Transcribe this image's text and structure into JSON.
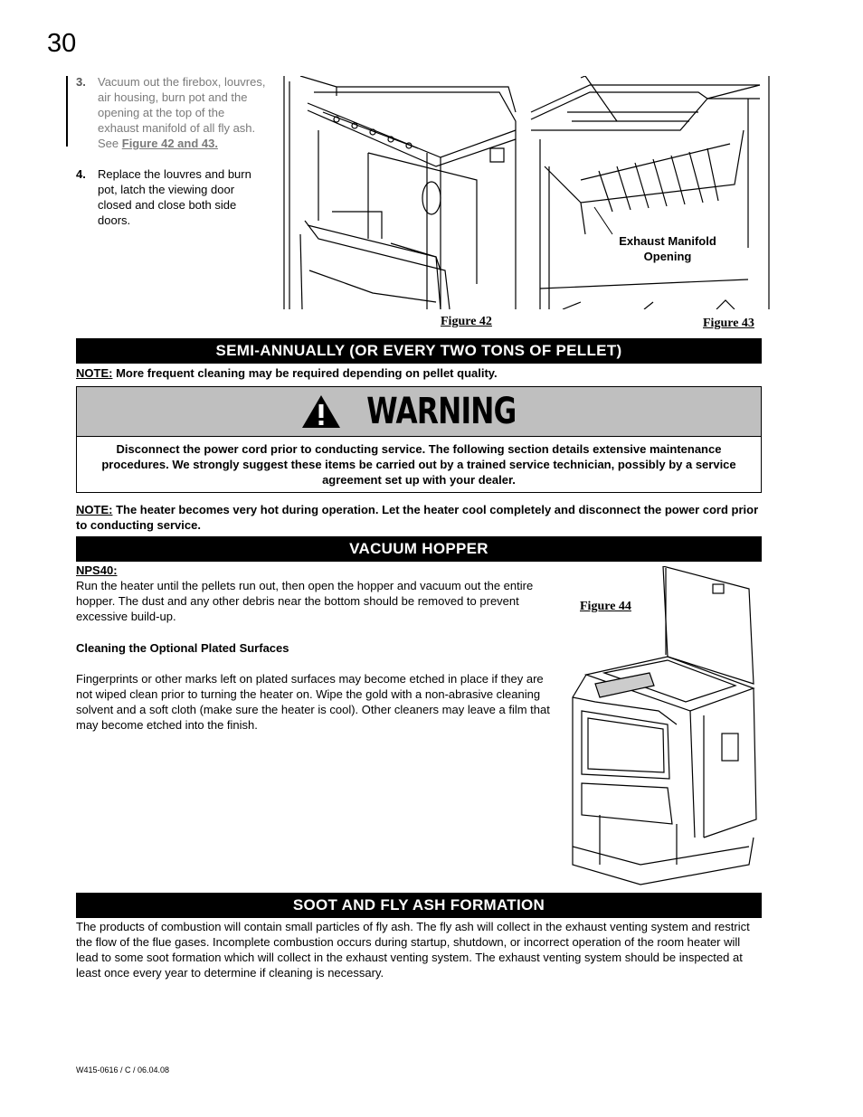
{
  "page_number": "30",
  "steps": [
    {
      "num": "3.",
      "text": "Vacuum out the firebox, louvres, air housing, burn pot and the opening at the top of the exhaust manifold of all fly ash. See ",
      "link": "Figure 42 and 43."
    },
    {
      "num": "4.",
      "text": "Replace the louvres and burn pot, latch the viewing door closed and close both side doors."
    }
  ],
  "figures": {
    "fig42": "Figure 42",
    "fig43": "Figure 43",
    "fig43_label_line1": "Exhaust Manifold",
    "fig43_label_line2": "Opening",
    "fig44": "Figure 44"
  },
  "semi_annual": {
    "heading": "SEMI-ANNUALLY (OR EVERY TWO TONS OF PELLET)",
    "note_label": "NOTE:",
    "note_text": " More frequent cleaning may be required depending on pellet quality."
  },
  "warning": {
    "title": "WARNING",
    "text": "Disconnect the power cord prior to conducting service. The following section details extensive maintenance procedures. We strongly suggest these items be carried out by a trained service technician, possibly by a service agreement set up with your dealer."
  },
  "note2": {
    "label": "NOTE:",
    "text": " The heater becomes very hot during operation. Let the heater cool completely and disconnect the power cord prior to conducting service."
  },
  "vacuum_hopper": {
    "heading": "VACUUM HOPPER",
    "model": "NPS40:",
    "text": "Run the heater until the pellets run out, then open the hopper and vacuum out the entire hopper. The dust and any other debris near the bottom should be removed to prevent excessive build-up.",
    "plated_heading": "Cleaning the Optional Plated Surfaces",
    "plated_text": "Fingerprints or other marks left on plated surfaces may become etched in place if they are not wiped clean prior to turning the heater on. Wipe the gold with a non-abrasive cleaning solvent and a soft cloth (make sure the heater is cool). Other cleaners may leave a film that may become etched into the finish."
  },
  "soot": {
    "heading": "SOOT AND FLY ASH FORMATION",
    "text": "The products of combustion will contain small particles of fly ash. The fly ash will collect in the exhaust venting system and restrict the flow of the flue gases. Incomplete combustion occurs during startup, shutdown, or incorrect operation of the room heater will lead to some soot formation which will collect in the exhaust venting system. The exhaust venting system should be inspected at least once every year to determine if cleaning is necessary."
  },
  "footer": "W415-0616 / C / 06.04.08"
}
